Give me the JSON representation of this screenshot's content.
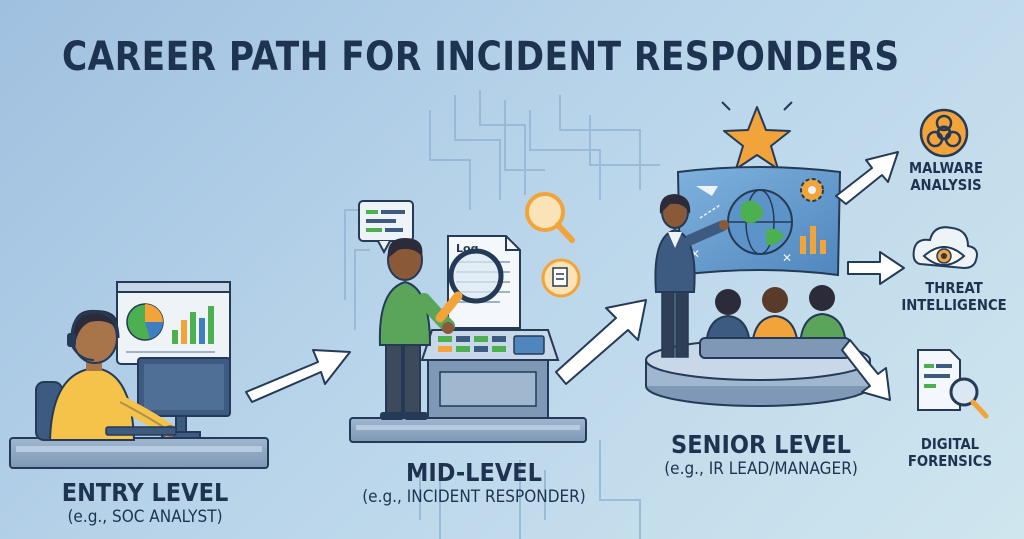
{
  "title": "CAREER PATH FOR INCIDENT RESPONDERS",
  "levels": [
    {
      "heading": "ENTRY LEVEL",
      "subtitle": "(e.g., SOC ANALYST)"
    },
    {
      "heading": "MID-LEVEL",
      "subtitle": "(e.g., INCIDENT RESPONDER)"
    },
    {
      "heading": "SENIOR LEVEL",
      "subtitle": "(e.g., IR LEAD/MANAGER)"
    }
  ],
  "specializations": [
    {
      "line1": "MALWARE",
      "line2": "ANALYSIS",
      "icon": "biohazard-icon"
    },
    {
      "line1": "THREAT",
      "line2": "INTELLIGENCE",
      "icon": "eye-cloud-icon"
    },
    {
      "line1": "DIGITAL",
      "line2": "FORENSICS",
      "icon": "document-magnifier-icon"
    }
  ],
  "document_label": "Log",
  "colors": {
    "navy": "#1d3350",
    "accent_orange": "#f2a33a",
    "shirt_yellow": "#f5c24a",
    "shirt_green": "#5aa55a",
    "suit_blue": "#3d5a80",
    "screen_green": "#4caf50"
  }
}
